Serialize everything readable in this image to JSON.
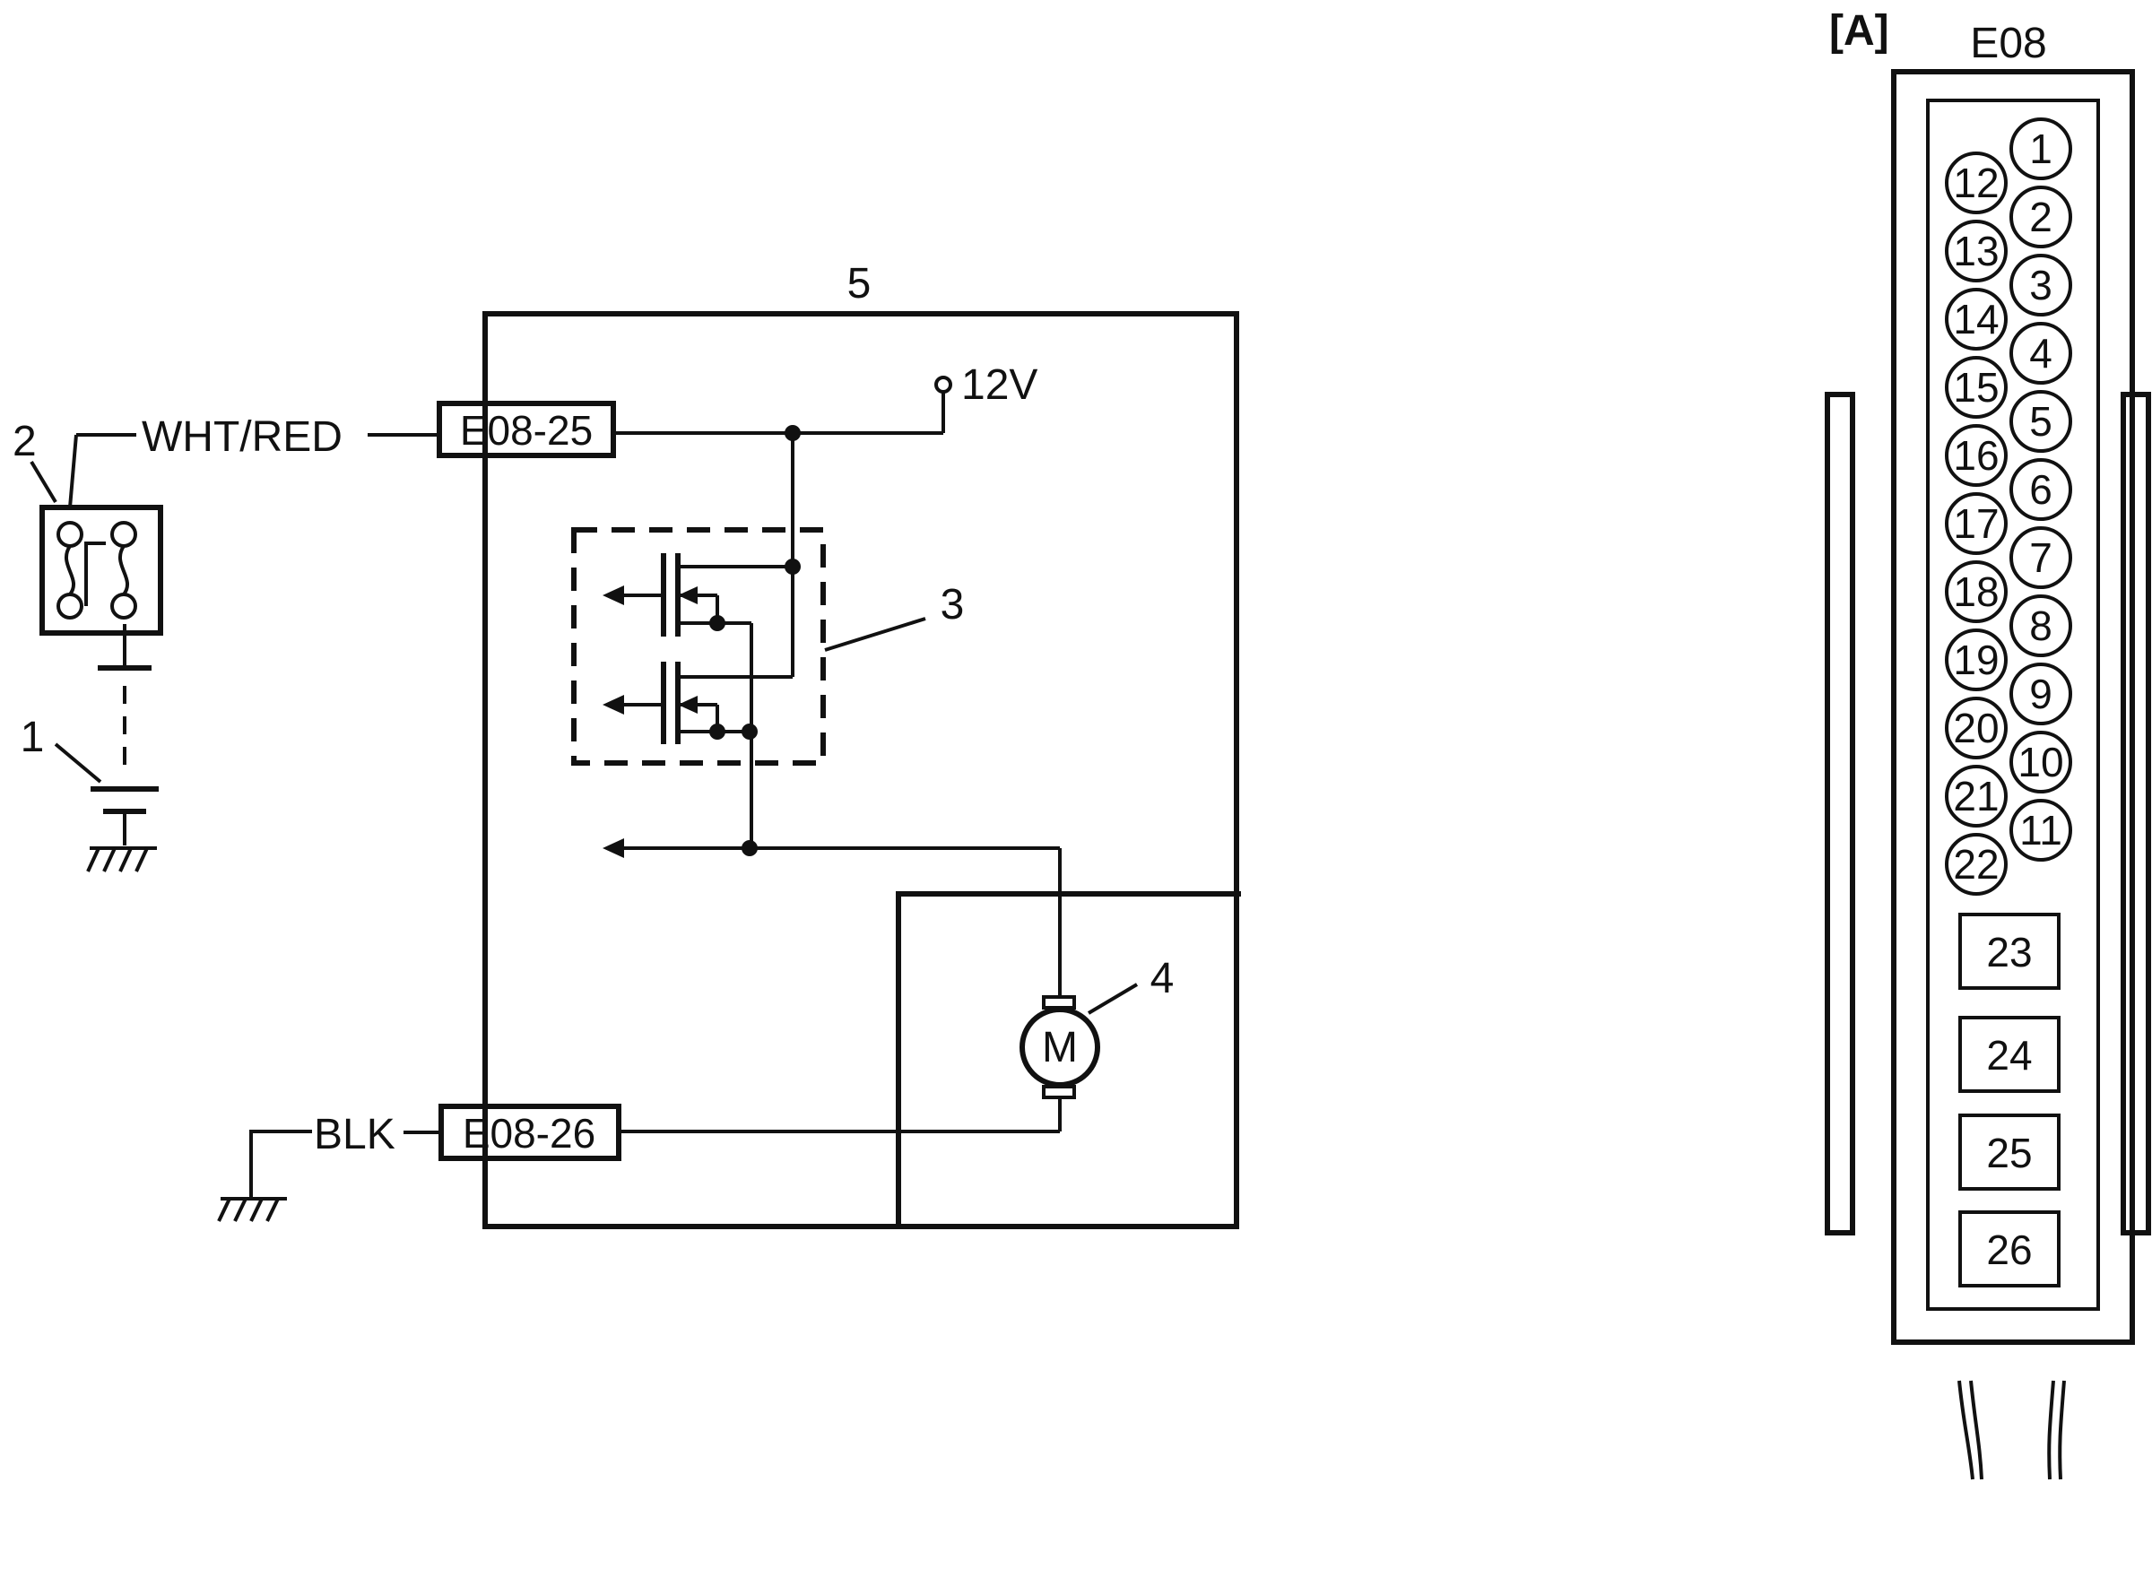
{
  "labels": {
    "callout_1": "1",
    "callout_2": "2",
    "callout_3": "3",
    "callout_4": "4",
    "callout_5": "5",
    "wire_wht_red": "WHT/RED",
    "wire_blk": "BLK",
    "voltage": "12V",
    "motor": "M",
    "conn_e08_25": "E08-25",
    "conn_e08_26": "E08-26"
  },
  "connector": {
    "view_label": "[A]",
    "name": "E08",
    "right_pins": [
      "1",
      "2",
      "3",
      "4",
      "5",
      "6",
      "7",
      "8",
      "9",
      "10",
      "11"
    ],
    "left_pins": [
      "12",
      "13",
      "14",
      "15",
      "16",
      "17",
      "18",
      "19",
      "20",
      "21",
      "22"
    ],
    "large_pins": [
      "23",
      "24",
      "25",
      "26"
    ]
  }
}
